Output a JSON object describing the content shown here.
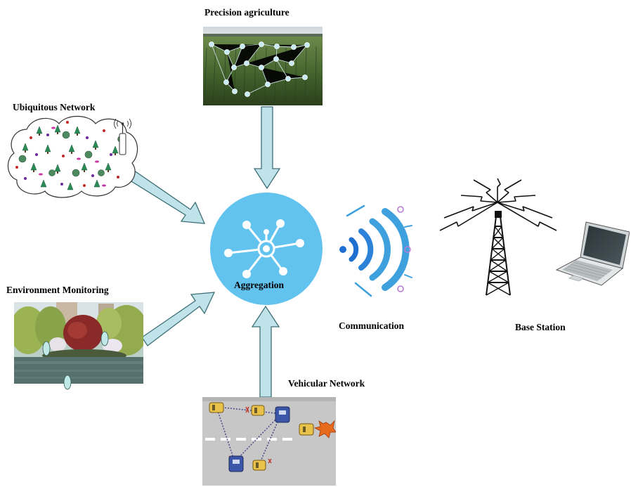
{
  "nodes": {
    "precision": {
      "label": "Precision  agriculture"
    },
    "ubiquitous": {
      "label": "Ubiquitous   Network"
    },
    "environment": {
      "label": "Environment   Monitoring"
    },
    "vehicular": {
      "label": "Vehicular  Network"
    },
    "aggregation": {
      "label": "Aggregation"
    },
    "communication": {
      "label": "Communication"
    },
    "base_station": {
      "label": "Base Station"
    }
  },
  "colors": {
    "arrow_fill": "#bfe3e8",
    "arrow_stroke": "#3d6f78",
    "aggregation_circle": "#63c3ef",
    "signal_blue": "#1e6fcf",
    "signal_light": "#3ea0dd",
    "signal_dot": "#b57bd6"
  },
  "icons": {
    "aggregation": "hub-network-icon",
    "communication": "wireless-signal-icon",
    "tower": "radio-tower-icon",
    "laptop": "laptop-icon",
    "antenna": "antenna-icon"
  }
}
